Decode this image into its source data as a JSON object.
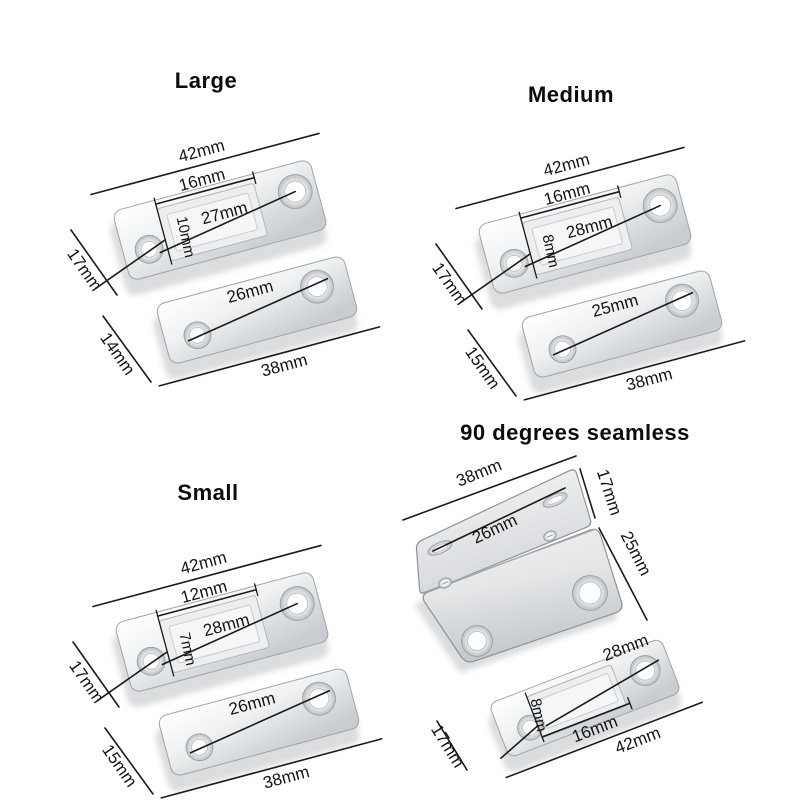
{
  "colors": {
    "background": "#ffffff",
    "line": "#1b1b1b",
    "text": "#141414",
    "metal_highlight": "#ffffff",
    "metal_shade": "#c9cdd1"
  },
  "sections": {
    "large": {
      "title": "Large",
      "dims": {
        "plate_width": "42mm",
        "window_width": "16mm",
        "window_to_hole": "27mm",
        "hole_offset": "10mm",
        "plate_height": "17mm",
        "plate2_height": "14mm",
        "hole_spacing": "26mm",
        "plate2_width": "38mm"
      }
    },
    "medium": {
      "title": "Medium",
      "dims": {
        "plate_width": "42mm",
        "window_width": "16mm",
        "window_to_hole": "28mm",
        "hole_offset": "8mm",
        "plate_height": "17mm",
        "plate2_height": "15mm",
        "hole_spacing": "25mm",
        "plate2_width": "38mm"
      }
    },
    "small": {
      "title": "Small",
      "dims": {
        "plate_width": "42mm",
        "window_width": "12mm",
        "window_to_hole": "28mm",
        "hole_offset": "7mm",
        "plate_height": "17mm",
        "plate2_height": "15mm",
        "hole_spacing": "26mm",
        "plate2_width": "38mm"
      }
    },
    "bracket": {
      "title": "90 degrees seamless",
      "dims": {
        "flange_width": "38mm",
        "flange_depth": "17mm",
        "face_height": "25mm",
        "hole_spacing": "26mm",
        "plate_hole_spacing": "28mm",
        "plate_hole_offset": "8mm",
        "window_width": "16mm",
        "plate_width": "42mm",
        "plate_height": "17mm"
      }
    }
  }
}
